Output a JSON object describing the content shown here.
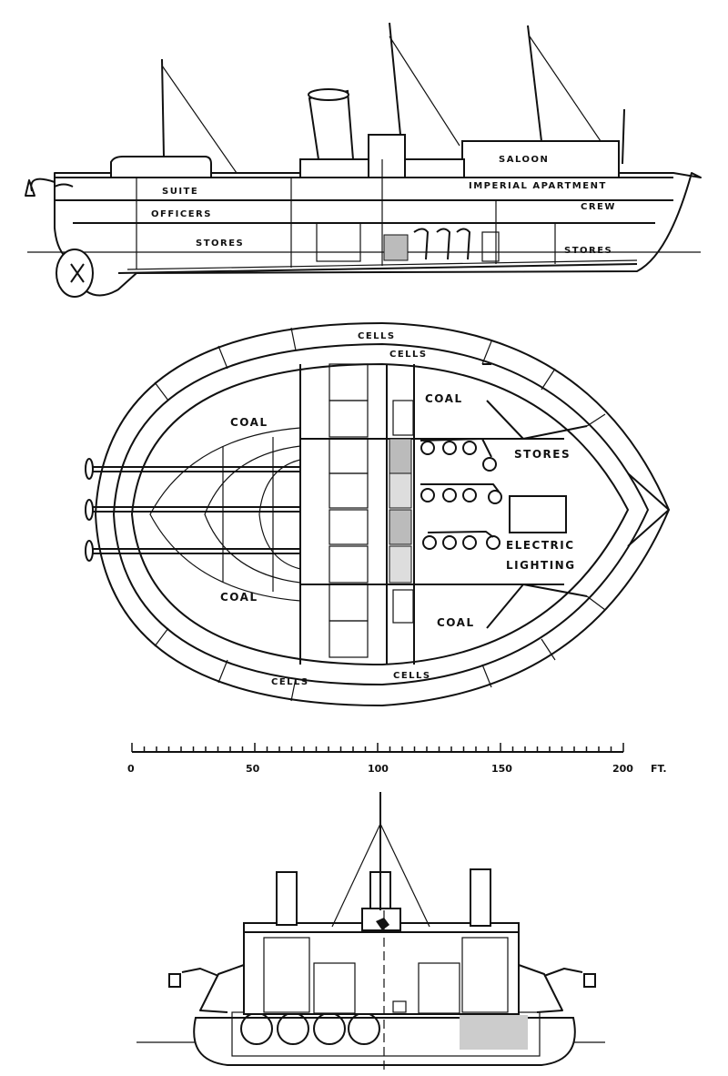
{
  "side_elevation": {
    "labels": {
      "suite": "SUITE",
      "officers": "OFFICERS",
      "stores": "STORES",
      "saloon": "SALOON",
      "imperial_apartment": "IMPERIAL APARTMENT",
      "crew": "CREW",
      "stores_fwd": "STORES"
    }
  },
  "deck_plan": {
    "labels": {
      "cells_top_outer": "CELLS",
      "cells_top_inner": "CELLS",
      "cells_bottom_left": "CELLS",
      "cells_bottom_right": "CELLS",
      "coal_upper_left": "COAL",
      "coal_upper_right": "COAL",
      "coal_lower_left": "COAL",
      "coal_lower_right": "COAL",
      "stores": "STORES",
      "electric": "ELECTRIC",
      "lighting": "LIGHTING"
    }
  },
  "scale_bar": {
    "ticks": [
      "0",
      "50",
      "100",
      "150",
      "200"
    ],
    "unit": "FT."
  }
}
